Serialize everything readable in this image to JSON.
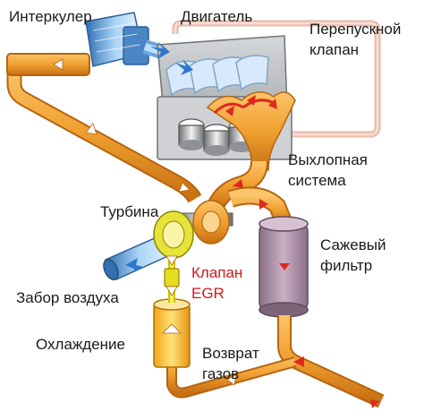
{
  "labels": {
    "intercooler": "Интеркулер",
    "engine": "Двигатель",
    "bypass_valve_line1": "Перепускной",
    "bypass_valve_line2": "клапан",
    "exhaust_line1": "Выхлопная",
    "exhaust_line2": "система",
    "turbine": "Турбина",
    "soot_filter_line1": "Сажевый",
    "soot_filter_line2": "фильтр",
    "egr_valve_line1": "Клапан",
    "egr_valve_line2": "EGR",
    "air_intake": "Забор воздуха",
    "cooling": "Охлаждение",
    "gas_return_line1": "Возврат",
    "gas_return_line2": "газов"
  },
  "colors": {
    "pipe_orange": "#f0a030",
    "pipe_dark": "#c86f12",
    "intake_blue": "#7fb6e6",
    "engine_gray": "#b9bcc0",
    "exhaust_red": "#e0281f",
    "filter_mauve": "#a58aa0",
    "cooler_yellow": "#f7c21b",
    "bypass_pink": "#f1c5b8",
    "label_red": "#d21a1a"
  }
}
